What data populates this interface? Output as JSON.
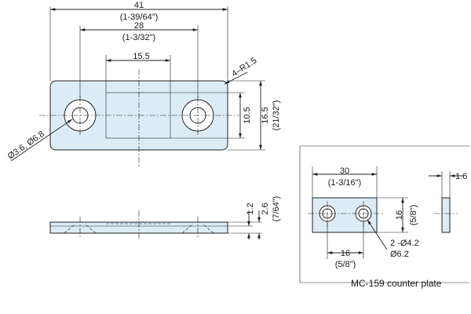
{
  "main_plate": {
    "overall_width": "41",
    "overall_width_inch": "(1-39/64\")",
    "hole_pitch": "28",
    "hole_pitch_inch": "(1-3/32\")",
    "slot_width": "15.5",
    "corner_radius": "4–R1.5",
    "slot_height": "10.5",
    "plate_height": "16.5",
    "plate_height_inch": "(21/32\")",
    "hole_diameter": "Ø3.6, Ø6.8",
    "side_thickness": "1.2",
    "side_total": "2.6",
    "side_total_inch": "(7/64\")"
  },
  "counter_plate": {
    "width": "30",
    "width_inch": "(1-3/16\")",
    "height": "16",
    "height_inch": "(5/8\")",
    "thickness": "1.6",
    "hole_pitch": "16",
    "hole_pitch_inch": "(5/8\")",
    "hole_spec": "2 -Ø4.2",
    "hole_spec2": "Ø6.2",
    "caption": "MC-159 counter plate"
  },
  "colors": {
    "part_fill": "#dcecf7",
    "line": "#222222"
  }
}
